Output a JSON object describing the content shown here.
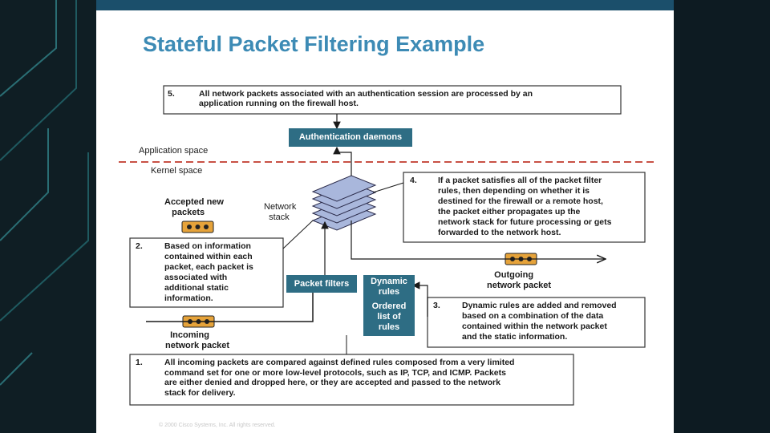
{
  "title": "Stateful Packet Filtering Example",
  "boxes": {
    "step5": {
      "num": "5.",
      "text": "All network packets associated with an authentication session are processed by an\napplication running on the firewall host."
    },
    "step4": {
      "num": "4.",
      "text": "If a packet satisfies all of the packet filter\nrules, then depending on whether it is\ndestined for the firewall or a remote host,\nthe packet either propagates up the\nnetwork stack for future processing or gets\nforwarded to the network host."
    },
    "step2": {
      "num": "2.",
      "text": "Based on information\ncontained within each\npacket, each packet is\nassociated with\nadditional static\ninformation."
    },
    "step3": {
      "num": "3.",
      "text": "Dynamic rules are added and removed\nbased on a combination of the data\ncontained within the network packet\nand the static information."
    },
    "step1": {
      "num": "1.",
      "text": "All incoming packets are compared against defined rules composed from a very limited\ncommand set for one or more low-level protocols, such as IP, TCP, and ICMP. Packets\nare either denied and dropped here, or they are accepted and passed to the network\nstack for delivery."
    }
  },
  "components": {
    "auth_daemons": "Authentication daemons",
    "packet_filters": "Packet filters",
    "dynamic_rules": "Dynamic\nrules",
    "ordered_rules": "Ordered\nlist of\nrules"
  },
  "labels": {
    "application_space": "Application space",
    "kernel_space": "Kernel space",
    "network_stack": "Network\n  stack",
    "accepted_packets": "Accepted new\n   packets",
    "outgoing_packet": "   Outgoing\nnetwork packet",
    "incoming_packet": "  Incoming\nnetwork packet"
  },
  "footer": "© 2000 Cisco Systems, Inc. All rights reserved.",
  "colors": {
    "title": "#3d8bb5",
    "component_fill": "#2e6d84",
    "boundary_line": "#c0392b",
    "packet_fill": "#e6a33a",
    "stack_fill": "#a9b7dc"
  }
}
